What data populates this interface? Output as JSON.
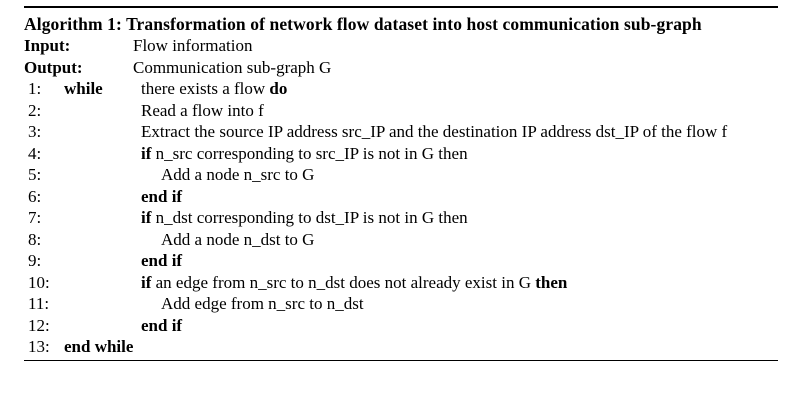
{
  "algorithm": {
    "title": "Algorithm 1: Transformation of network flow dataset into host communication sub-graph",
    "io": [
      {
        "label": "Input:",
        "value": "Flow information"
      },
      {
        "label": "Output:",
        "value": "Communication sub-graph G"
      }
    ],
    "steps": [
      {
        "num": "1:",
        "keyword": "while",
        "indent": 0,
        "body_pre": "there exists a flow ",
        "body_kw": "do",
        "body_post": ""
      },
      {
        "num": "2:",
        "keyword": "",
        "indent": 0,
        "body_pre": "Read a flow into f",
        "body_kw": "",
        "body_post": ""
      },
      {
        "num": "3:",
        "keyword": "",
        "indent": 0,
        "body_pre": "Extract the source IP address src_IP and the destination IP address dst_IP of the flow f",
        "body_kw": "",
        "body_post": ""
      },
      {
        "num": "4:",
        "keyword": "",
        "indent": 0,
        "body_pre": "",
        "body_kw": "if",
        "body_post": " n_src corresponding to src_IP is not in G then"
      },
      {
        "num": "5:",
        "keyword": "",
        "indent": 1,
        "body_pre": "Add a node n_src to G",
        "body_kw": "",
        "body_post": ""
      },
      {
        "num": "6:",
        "keyword": "",
        "indent": 0,
        "body_pre": "",
        "body_kw": "end if",
        "body_post": ""
      },
      {
        "num": "7:",
        "keyword": "",
        "indent": 0,
        "body_pre": "",
        "body_kw": "if",
        "body_post": " n_dst corresponding to dst_IP is not in G then"
      },
      {
        "num": "8:",
        "keyword": "",
        "indent": 1,
        "body_pre": "Add a node n_dst to G",
        "body_kw": "",
        "body_post": ""
      },
      {
        "num": "9:",
        "keyword": "",
        "indent": 0,
        "body_pre": "",
        "body_kw": "end if",
        "body_post": ""
      },
      {
        "num": "10:",
        "keyword": "",
        "indent": 0,
        "body_pre": "",
        "body_kw": "if",
        "body_post": " an edge from n_src to n_dst does not already exist in G ",
        "body_kw2": "then"
      },
      {
        "num": "11:",
        "keyword": "",
        "indent": 1,
        "body_pre": "Add edge from n_src to n_dst",
        "body_kw": "",
        "body_post": ""
      },
      {
        "num": "12:",
        "keyword": "",
        "indent": 0,
        "body_pre": "",
        "body_kw": "end if",
        "body_post": ""
      },
      {
        "num": "13:",
        "keyword": "end while",
        "indent": 0,
        "body_pre": "",
        "body_kw": "",
        "body_post": ""
      }
    ]
  },
  "colors": {
    "background": "#ffffff",
    "text": "#000000",
    "rule": "#000000"
  }
}
